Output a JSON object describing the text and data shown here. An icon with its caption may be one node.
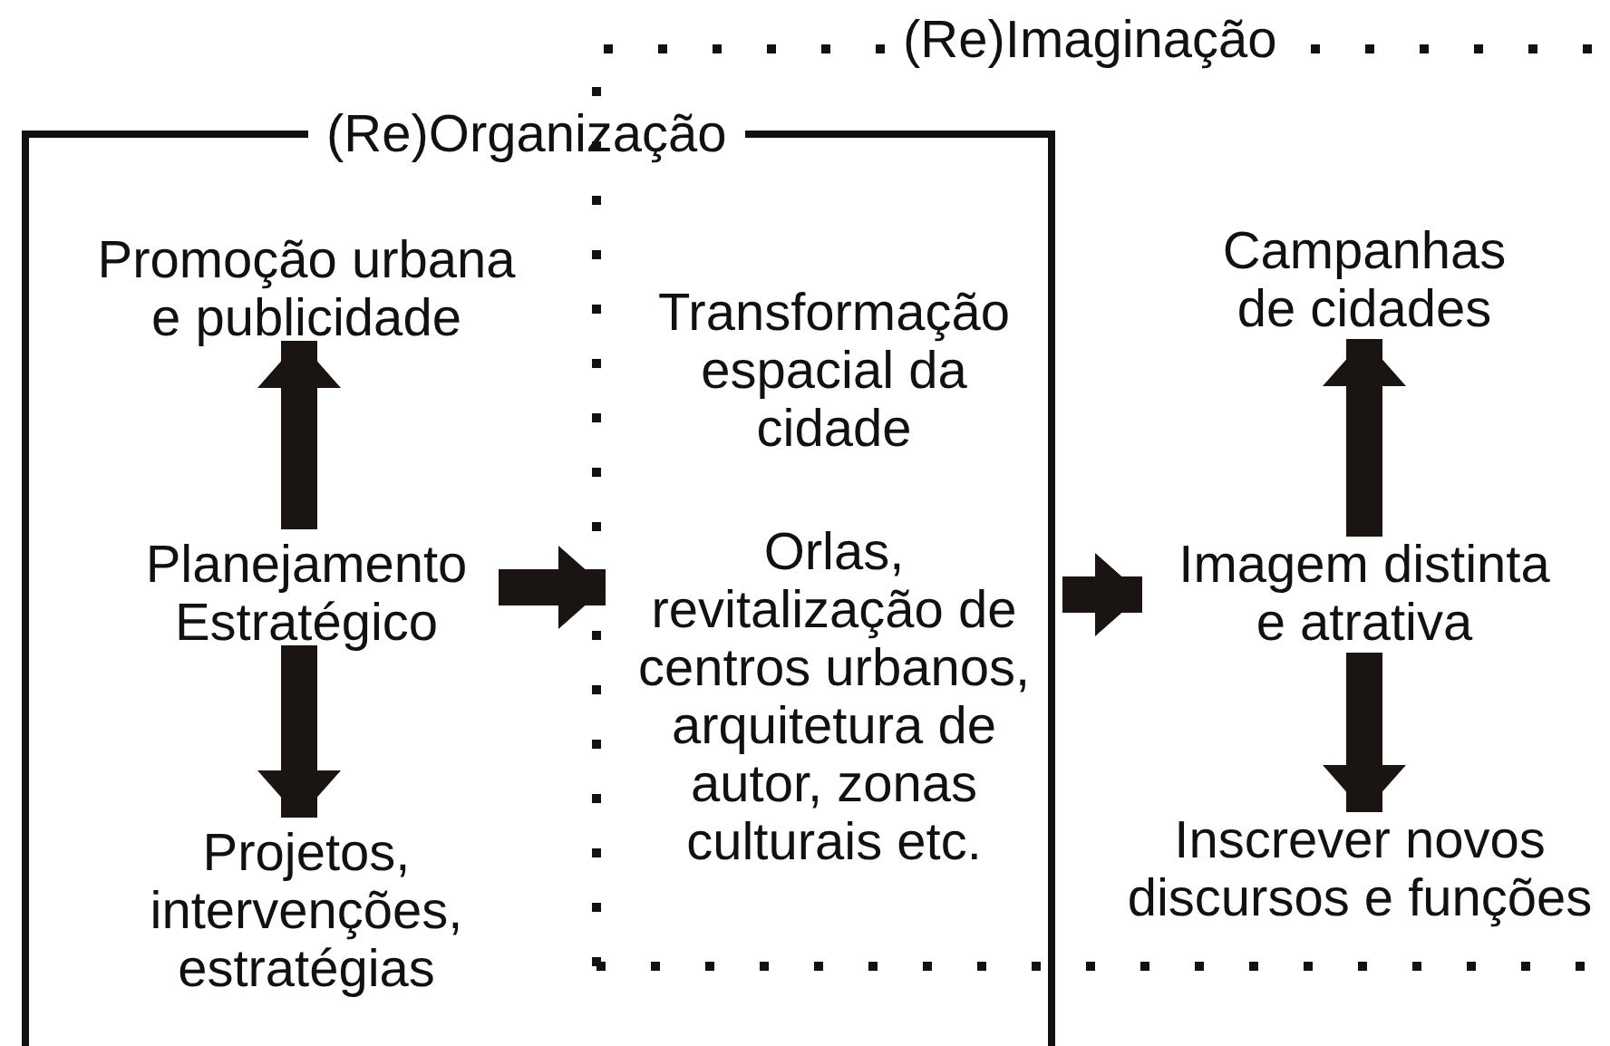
{
  "diagram": {
    "nodes": [
      {
        "text": [
          "(Re)Organização"
        ]
      },
      {
        "text": [
          "(Re)Imaginação"
        ]
      },
      {
        "text": [
          "Promoção urbana e publicidade"
        ],
        "in": 0
      },
      {
        "text": [
          "Planejamento Estratégico"
        ],
        "in": 0
      },
      {
        "text": [
          "Projetos, intervenções, estratégias"
        ],
        "in": 0
      },
      {
        "text": [
          "Transformação espacial da cidade",
          "Orlas, revitalização de centros urbanos, arquitetura de autor, zonas culturais etc."
        ]
      },
      {
        "text": [
          "Campanhas de cidades"
        ],
        "in": 1
      },
      {
        "text": [
          "Imagem distinta e atrativa"
        ],
        "in": 1
      },
      {
        "text": [
          "Inscrever novos discursos e funções"
        ],
        "in": 1
      }
    ],
    "edges": [
      {
        "from": 3,
        "to": 2,
        "arrow": "to"
      },
      {
        "from": 3,
        "to": 4,
        "arrow": "to"
      },
      {
        "from": 3,
        "to": 5,
        "arrow": "to"
      },
      {
        "from": 5,
        "to": 7,
        "arrow": "to"
      },
      {
        "from": 7,
        "to": 6,
        "arrow": "to"
      },
      {
        "from": 7,
        "to": 8,
        "arrow": "to"
      }
    ]
  }
}
